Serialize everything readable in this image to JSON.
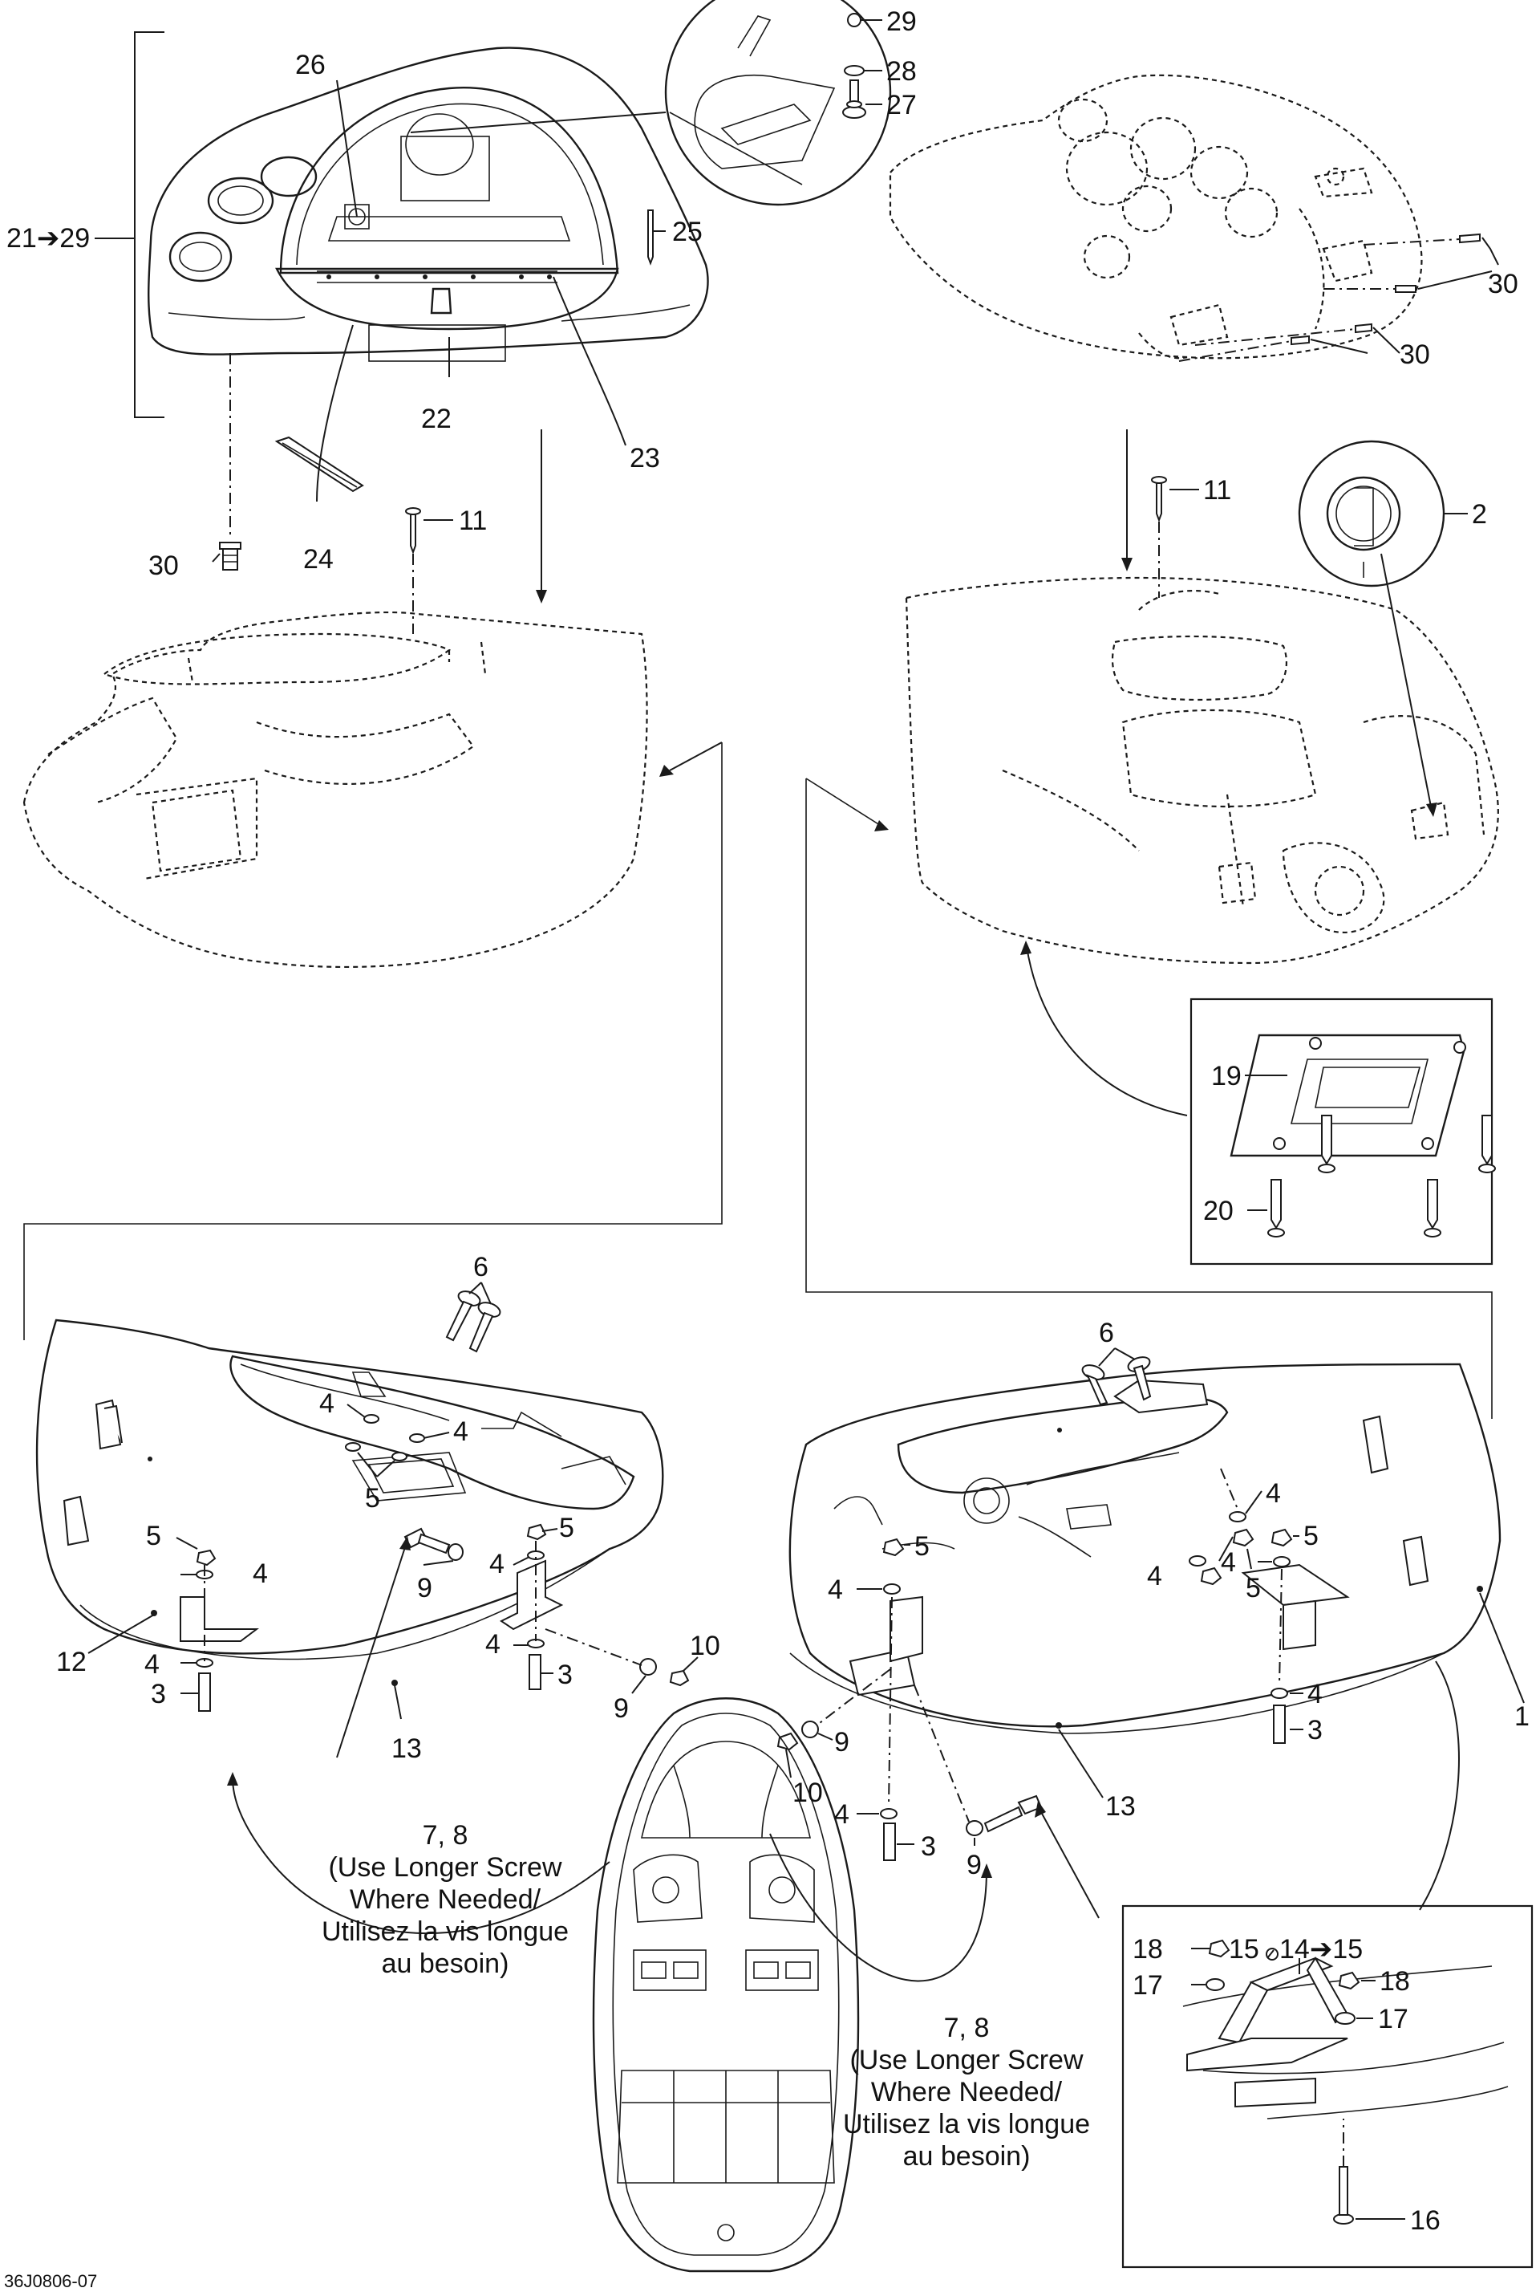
{
  "colors": {
    "ink": "#1a1a1a",
    "paper": "#ffffff"
  },
  "callouts": {
    "c1": "1",
    "c2": "2",
    "c3": "3",
    "c4": "4",
    "c5": "5",
    "c6": "6",
    "c9": "9",
    "c10": "10",
    "c11": "11",
    "c12": "12",
    "c13": "13",
    "c14_15": "14➔15",
    "c15": "15",
    "c16": "16",
    "c17": "17",
    "c18": "18",
    "c19": "19",
    "c20": "20",
    "c21_29": "21➔29",
    "c22": "22",
    "c23": "23",
    "c24": "24",
    "c25": "25",
    "c26": "26",
    "c27": "27",
    "c28": "28",
    "c29": "29",
    "c30": "30"
  },
  "note": {
    "line1": "7, 8",
    "line2": "(Use Longer Screw",
    "line3": "Where Needed/",
    "line4": "Utilisez la vis longue",
    "line5": "au besoin)"
  },
  "figure_code": "36J0806-07"
}
